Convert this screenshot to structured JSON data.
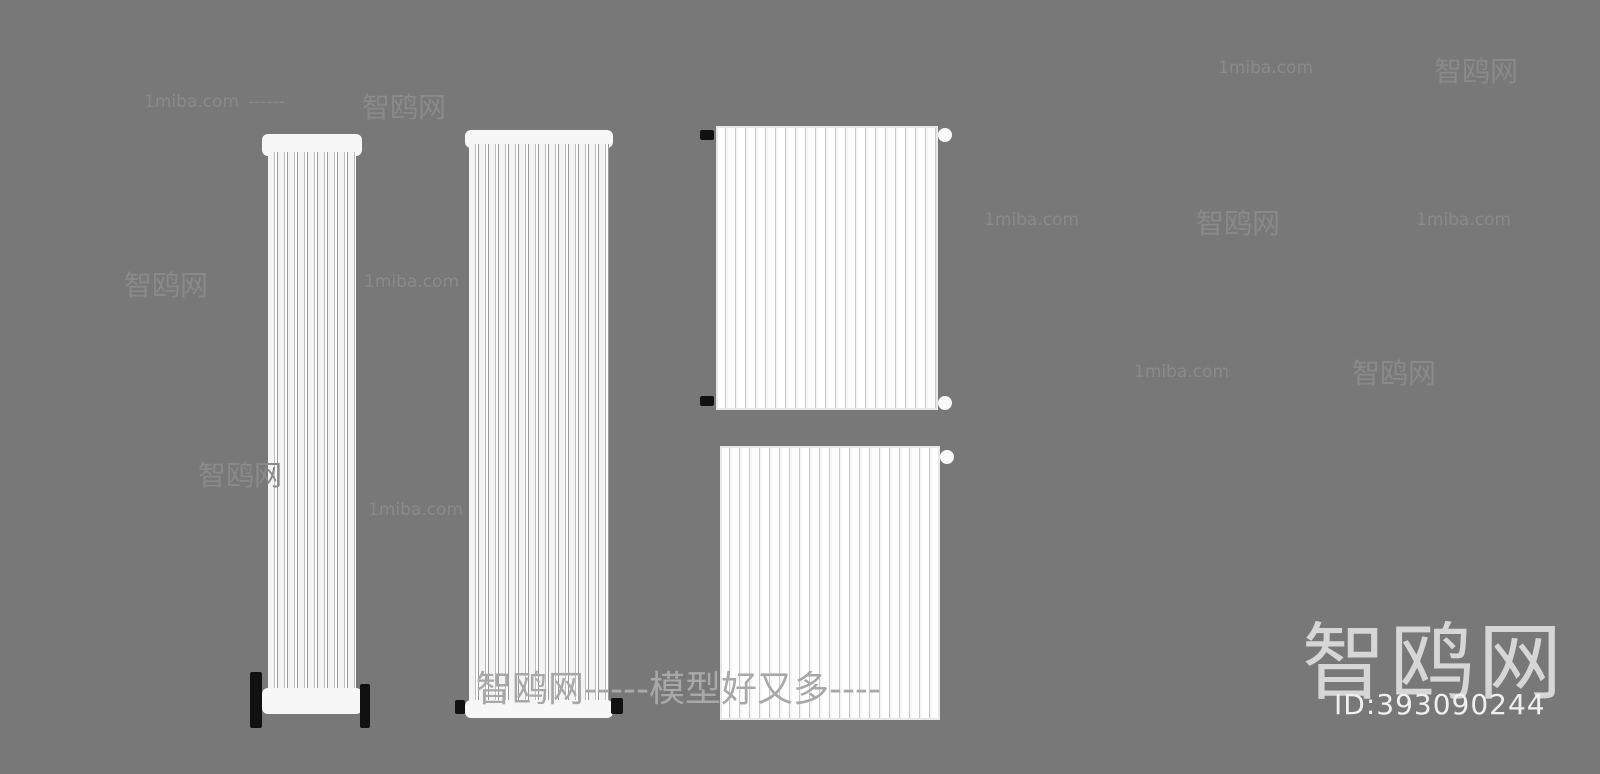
{
  "watermarks": {
    "site": "1miba.com",
    "brand": "智鸥网",
    "slogan": "智鸥网-----模型好又多----",
    "dashes": "------"
  },
  "logo": {
    "brand": "智鸥网",
    "id_label": "ID:393090244"
  },
  "objects": [
    "column-radiator-narrow",
    "column-radiator-wide",
    "panel-radiator-top",
    "panel-radiator-bottom"
  ]
}
